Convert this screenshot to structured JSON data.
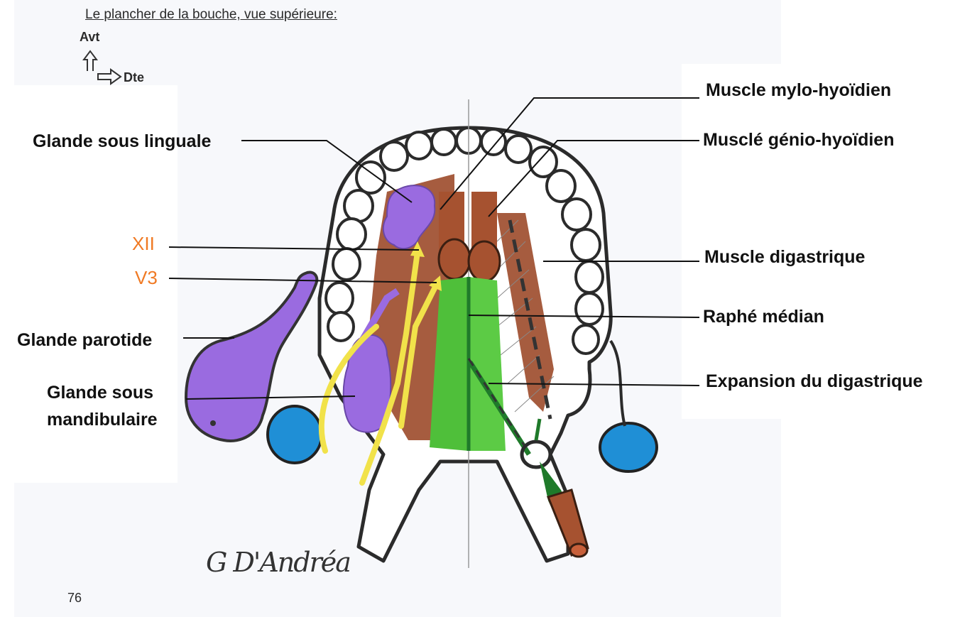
{
  "header": {
    "title": "Le plancher de la bouche, vue supérieure:",
    "orient_front": "Avt",
    "orient_right": "Dte"
  },
  "labels": {
    "glande_sous_linguale": "Glande sous linguale",
    "xii": "XII",
    "v3": "V3",
    "glande_parotide": "Glande parotide",
    "glande_sous_mandibulaire_1": "Glande sous",
    "glande_sous_mandibulaire_2": "mandibulaire",
    "muscle_mylo_hyoidien": "Muscle mylo-hyoïdien",
    "muscle_genio_hyoidien": "Musclé génio-hyoïdien",
    "muscle_digastrique": "Muscle digastrique",
    "raphe_median": "Raphé médian",
    "expansion_digastrique": "Expansion du digastrique"
  },
  "signature": "G D'Andréa",
  "page_number": "76",
  "colors": {
    "nerve_label": "#f07a24",
    "muscle": "#9c4a2a",
    "gland": "#9a6be0",
    "genio": "#4fbf3a",
    "blue_gland": "#1f8fd6",
    "nerve": "#f1e24a"
  }
}
